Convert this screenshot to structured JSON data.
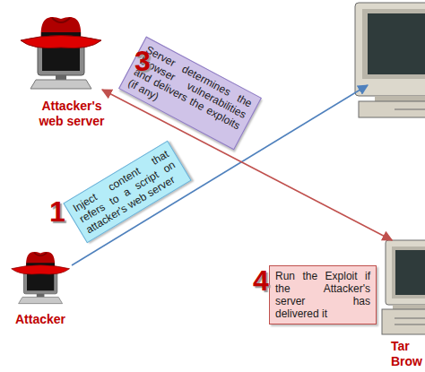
{
  "diagram": {
    "nodes": [
      {
        "text": [
          "Attacker's web server"
        ]
      },
      {
        "text": [
          "Server determines the browser vulnerabilities and delivers the exploits (if any)"
        ]
      },
      {
        "text": [
          "Inject content that refers to a script on attacker's web server"
        ]
      },
      {
        "text": [
          "Attacker"
        ]
      },
      {
        "text": [
          "Run the Exploit if the Attacker's server has delivered it"
        ]
      },
      {
        "text": [
          "Tar Brow"
        ]
      }
    ],
    "edges": [
      {
        "from": 0,
        "to": 5,
        "arrow": "both"
      }
    ],
    "labels": [
      "3",
      "1",
      "4"
    ]
  }
}
